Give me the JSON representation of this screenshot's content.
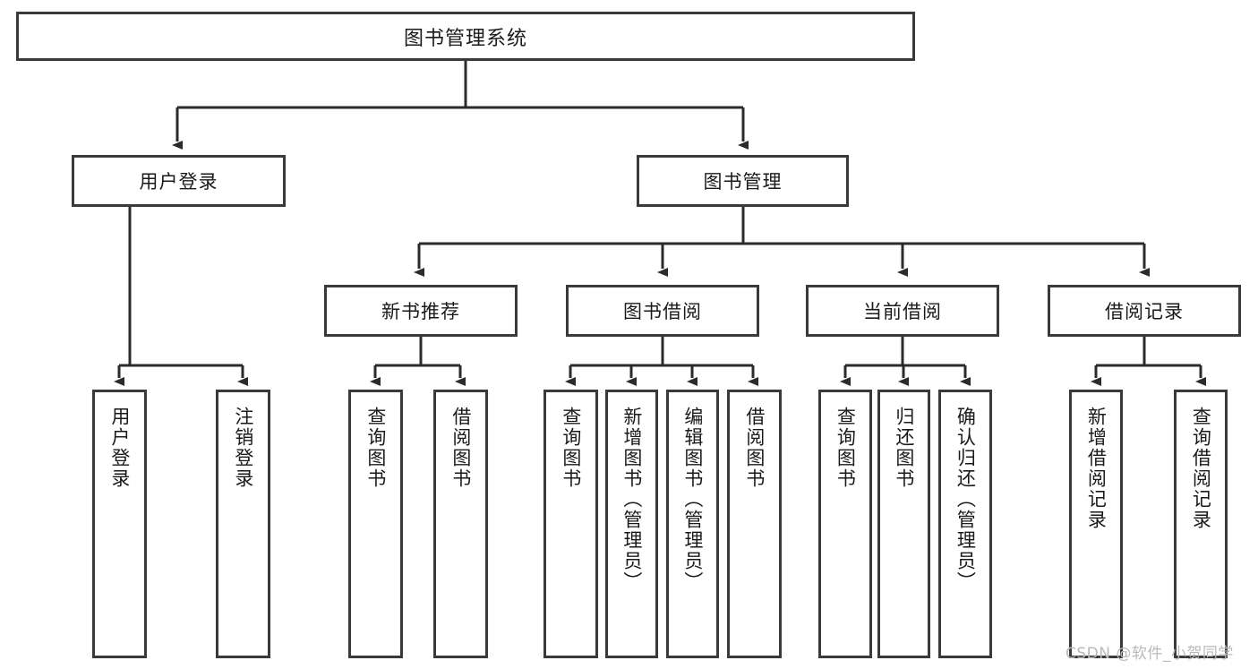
{
  "diagram": {
    "title": "图书管理系统",
    "type": "tree-hierarchy-chart",
    "background_color": "#ffffff",
    "box_border_color": "#3a3a3a",
    "connector_color": "#2b2b2b",
    "watermark": "CSDN @软件_小贺同学"
  },
  "nodes": {
    "root": {
      "label": "图书管理系统"
    },
    "level2": [
      {
        "label": "用户登录"
      },
      {
        "label": "图书管理"
      }
    ],
    "level3": [
      {
        "label": "新书推荐"
      },
      {
        "label": "图书借阅"
      },
      {
        "label": "当前借阅"
      },
      {
        "label": "借阅记录"
      }
    ],
    "leaves": {
      "user_login": [
        {
          "label": "用户登录"
        },
        {
          "label": "注销登录"
        }
      ],
      "new_book_recommend": [
        {
          "label": "查询图书"
        },
        {
          "label": "借阅图书"
        }
      ],
      "book_borrow": [
        {
          "label": "查询图书"
        },
        {
          "label": "新增图书（管理员）"
        },
        {
          "label": "编辑图书（管理员）"
        },
        {
          "label": "借阅图书"
        }
      ],
      "current_borrow": [
        {
          "label": "查询图书"
        },
        {
          "label": "归还图书"
        },
        {
          "label": "确认归还（管理员）"
        }
      ],
      "borrow_record": [
        {
          "label": "新增借阅记录"
        },
        {
          "label": "查询借阅记录"
        }
      ]
    }
  }
}
